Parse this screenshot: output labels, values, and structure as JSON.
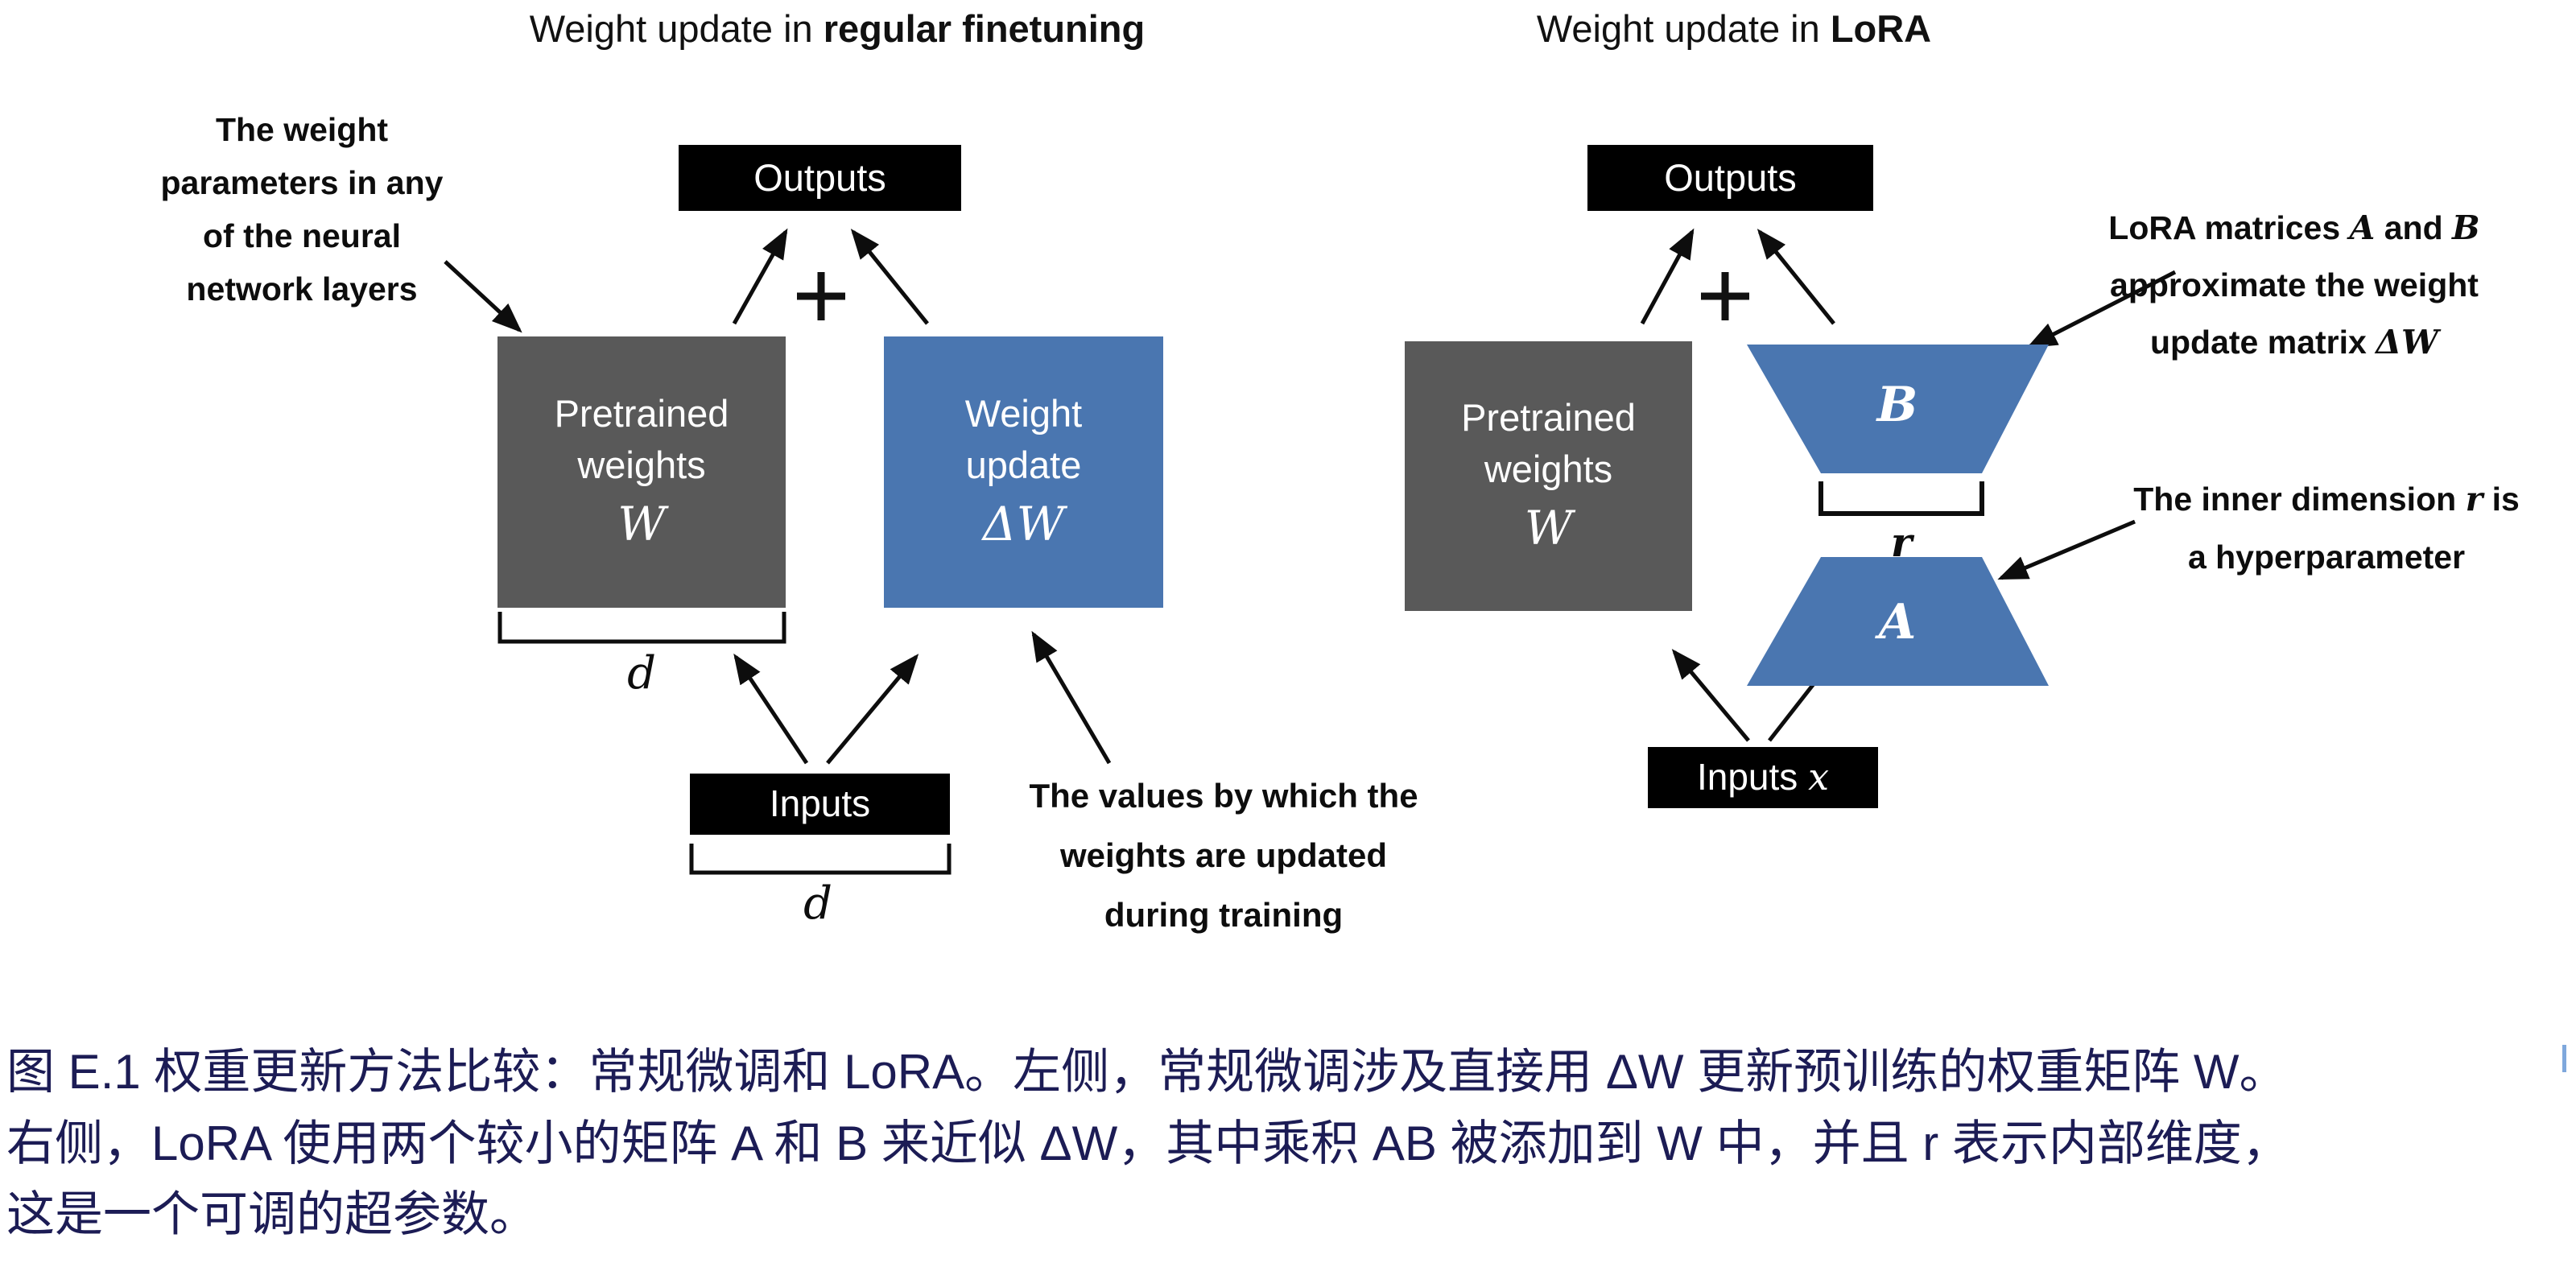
{
  "panels": {
    "left": {
      "title_prefix": "Weight update in ",
      "title_bold": "regular finetuning",
      "weight_note": [
        "The weight",
        "parameters in any",
        "of the neural",
        "network layers"
      ],
      "outputs_label": "Outputs",
      "pretrained_box": {
        "line1": "Pretrained",
        "line2": "weights",
        "math": "W"
      },
      "update_box": {
        "line1": "Weight",
        "line2": "update",
        "math": "ΔW"
      },
      "d_label_weights": "d",
      "inputs_label": "Inputs",
      "d_label_inputs": "d",
      "values_note": [
        "The values by which the",
        "weights are updated",
        "during training"
      ]
    },
    "right": {
      "title_prefix": "Weight update in ",
      "title_bold": "LoRA",
      "outputs_label": "Outputs",
      "pretrained_box": {
        "line1": "Pretrained",
        "line2": "weights",
        "math": "W"
      },
      "matrix_b_label": "B",
      "matrix_a_label": "A",
      "r_label": "r",
      "inputs_label": "Inputs ",
      "inputs_math": "x",
      "lora_note": {
        "l1_pre": "LoRA matrices ",
        "l1_a": "A",
        "l1_mid": " and ",
        "l1_b": "B",
        "l2": "approximate the weight",
        "l3_pre": "update matrix ",
        "l3_math": "ΔW"
      },
      "inner_note": {
        "l1_pre": "The inner dimension ",
        "l1_math": "r",
        "l1_post": " is",
        "l2": "a hyperparameter"
      }
    }
  },
  "caption": {
    "lines": [
      "图 E.1 权重更新方法比较：常规微调和 LoRA。左侧，常规微调涉及直接用 ΔW 更新预训练的权重矩阵 W。",
      "右侧，LoRA 使用两个较小的矩阵 A 和 B 来近似 ΔW，其中乘积 AB 被添加到 W 中，并且 r 表示内部维度，",
      "这是一个可调的超参数。"
    ]
  },
  "colors": {
    "box_gray": "#595959",
    "box_blue": "#4a76b0",
    "box_black": "#000000",
    "caption_text": "#1c1c55"
  }
}
